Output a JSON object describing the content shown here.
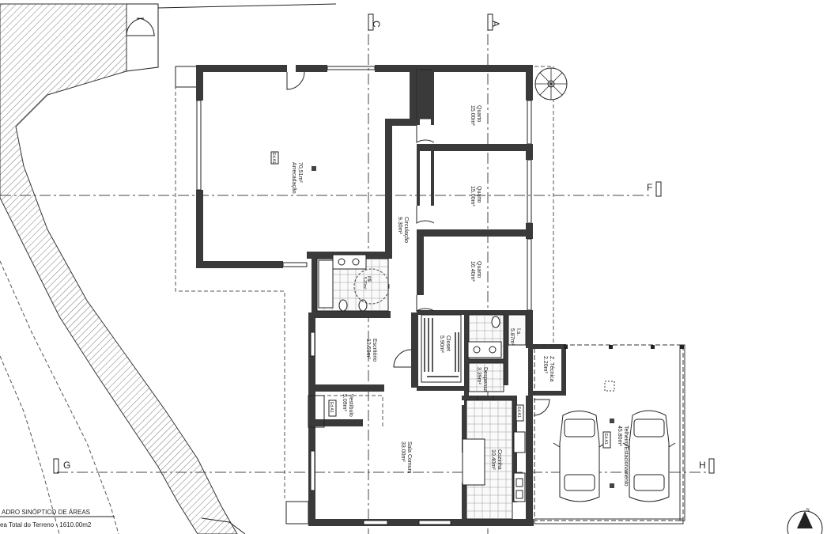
{
  "drawing": {
    "axes": {
      "c": "C",
      "a": "A",
      "f": "F",
      "g": "G",
      "h": "H"
    },
    "rooms": [
      {
        "id": "armazenamento",
        "name": "Arrecadação",
        "area": "70,51m²"
      },
      {
        "id": "quarto1",
        "name": "Quarto",
        "area": "15.00m²"
      },
      {
        "id": "quarto2",
        "name": "Quarto",
        "area": "15.00m²"
      },
      {
        "id": "quarto3",
        "name": "Quarto",
        "area": "16.40m²"
      },
      {
        "id": "circulacao",
        "name": "Circulação",
        "area": "9.30m²"
      },
      {
        "id": "escritorio",
        "name": "Escritório",
        "area": "13.50m²"
      },
      {
        "id": "closet",
        "name": "Closet",
        "area": "5.90m²"
      },
      {
        "id": "wc",
        "name": "I.s.",
        "area": "5.87m²"
      },
      {
        "id": "despensa",
        "name": "Despensa",
        "area": "3.39m²"
      },
      {
        "id": "vestibulo",
        "name": "Vestíbulo",
        "area": "5.09m²"
      },
      {
        "id": "sala",
        "name": "Sala Comum",
        "area": "33.00m²"
      },
      {
        "id": "cozinha",
        "name": "Cozinha",
        "area": "10.40m²"
      },
      {
        "id": "tecnica",
        "name": "Z. Técnica",
        "area": "2.20m²"
      },
      {
        "id": "garagem",
        "name": "Telheiro/Estacionamento",
        "area": "45.80m²"
      },
      {
        "id": "bath_small",
        "name": "I.S.",
        "area": "5.20m²"
      }
    ],
    "tags": {
      "arrecadacao": "Ed.A1",
      "vestibulo": "Ed.A1",
      "cozinha": "Ed.A1",
      "garagem": "Ed.A1"
    },
    "caption": {
      "title": "ADRO SINÓPTICO DE ÁREAS",
      "total": "ea Total do Terreno - 1610.00m2"
    },
    "icons": [
      "north-arrow-icon",
      "spiral-stair-icon",
      "car-icon"
    ]
  }
}
